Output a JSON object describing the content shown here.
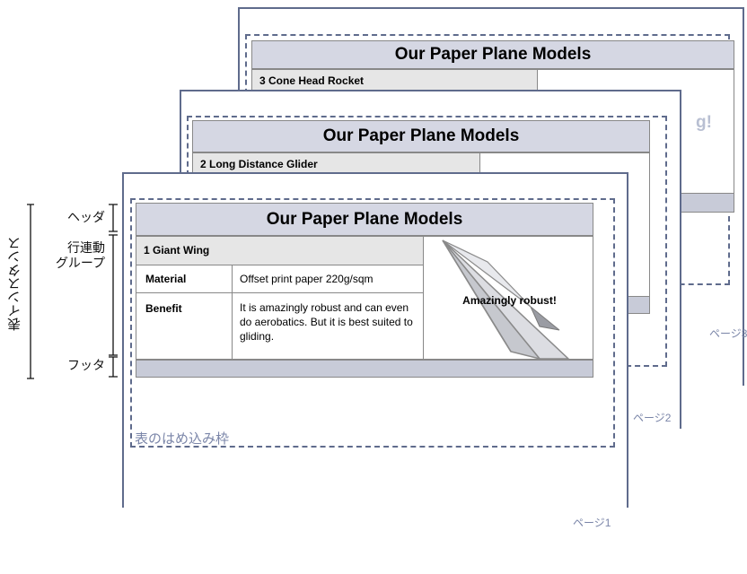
{
  "pages": [
    {
      "number_label": "ページ3",
      "header": "Our Paper Plane Models",
      "group_title": "3  Cone Head Rocket",
      "overflow_text": "g!"
    },
    {
      "number_label": "ページ2",
      "header": "Our Paper Plane Models",
      "group_title": "2  Long Distance Glider"
    },
    {
      "number_label": "ページ1",
      "header": "Our Paper Plane Models",
      "group_title": "1  Giant Wing",
      "rows": [
        {
          "label": "Material",
          "value": "Offset print paper 220g/sqm"
        },
        {
          "label": "Benefit",
          "value": "It is amazingly robust and can even do aerobatics. But it is best suited to gliding."
        }
      ],
      "image_caption": "Amazingly robust!",
      "frame_label": "表のはめ込み枠"
    }
  ],
  "annotations": {
    "header": "ヘッダ",
    "row_group_line1": "行連動",
    "row_group_line2": "グループ",
    "footer": "フッタ",
    "table_instance": "表インスタンス"
  },
  "colors": {
    "page_border": "#5f6b8c",
    "header_fill": "#d5d7e3",
    "footer_fill": "#c8cbd8",
    "label_color": "#7a85a8"
  }
}
